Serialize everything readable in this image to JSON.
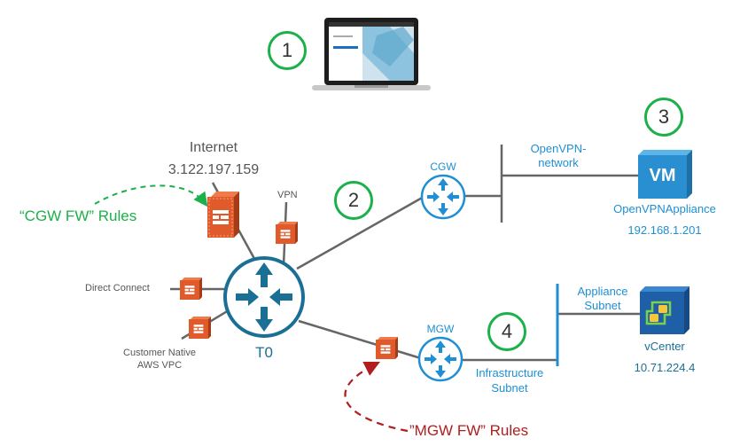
{
  "steps": [
    "1",
    "2",
    "3",
    "4"
  ],
  "internet": {
    "label": "Internet",
    "ip": "3.122.197.159"
  },
  "vpn": {
    "label": "VPN"
  },
  "direct_connect": {
    "label": "Direct Connect"
  },
  "customer_vpc": {
    "line1": "Customer Native",
    "line2": "AWS VPC"
  },
  "t0": {
    "label": "T0"
  },
  "cgw": {
    "label": "CGW"
  },
  "mgw": {
    "label": "MGW"
  },
  "openvpn_network": {
    "line1": "OpenVPN-",
    "line2": "network"
  },
  "vm": {
    "badge": "VM",
    "name": "OpenVPNAppliance",
    "ip": "192.168.1.201"
  },
  "appliance_subnet": {
    "line1": "Appliance",
    "line2": "Subnet"
  },
  "infrastructure_subnet": {
    "line1": "Infrastructure",
    "line2": "Subnet"
  },
  "vcenter": {
    "name": "vCenter",
    "ip": "10.71.224.4"
  },
  "annotations": {
    "cgw_rules": "“CGW FW” Rules",
    "mgw_rules": "”MGW FW” Rules"
  },
  "colors": {
    "step_ring": "#1cb04a",
    "firewall": "#e05a2b",
    "t0_router": "#1a6f95",
    "gateway_router": "#1e8fd4",
    "cgw_rules": "#1cb04a",
    "mgw_rules": "#b01e1e",
    "vm_box": "#2a8fd0",
    "vcenter_box": "#1f5fa8",
    "link": "#666666"
  }
}
